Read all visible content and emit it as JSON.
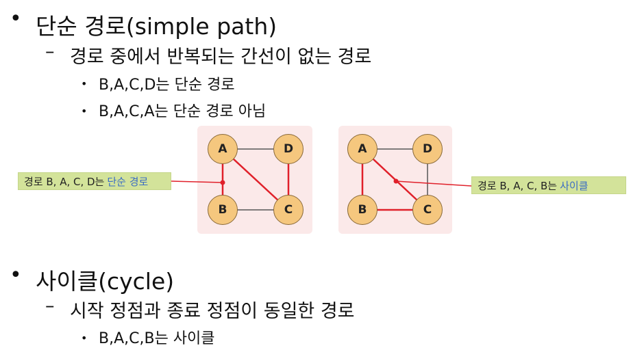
{
  "sections": {
    "simple_path": {
      "bullet": "•",
      "title": "단순 경로(simple path)",
      "dash": "–",
      "definition": "경로 중에서 반복되는 간선이 없는 경로",
      "sub_bullet": "•",
      "example1": "B,A,C,D는 단순 경로",
      "example2": "B,A,C,A는 단순 경로 아님"
    },
    "cycle": {
      "bullet": "•",
      "title": "사이클(cycle)",
      "dash": "–",
      "definition": "시작 정점과 종료 정점이 동일한 경로",
      "sub_bullet": "•",
      "example1": "B,A,C,B는 사이클"
    }
  },
  "diagram": {
    "node_labels": {
      "A": "A",
      "B": "B",
      "C": "C",
      "D": "D"
    },
    "colors": {
      "panel": "#fbe9e9",
      "node_fill": "#f5c77e",
      "node_stroke": "#8a6a3a",
      "edge_normal": "#555555",
      "edge_highlight": "#e0202a",
      "callout_bg": "#d3e39a",
      "callout_highlight_text": "#3a6cc4"
    },
    "graph1": {
      "edges": [
        "A-D",
        "A-B",
        "A-C",
        "B-C",
        "C-D"
      ],
      "highlighted_edges": [
        "A-B",
        "A-C",
        "C-D"
      ],
      "callout_prefix": "경로 B, A, C, D는",
      "callout_highlight": "단순 경로"
    },
    "graph2": {
      "edges": [
        "A-D",
        "A-B",
        "A-C",
        "B-C",
        "C-D"
      ],
      "highlighted_edges": [
        "A-B",
        "A-C",
        "B-C"
      ],
      "callout_prefix": "경로 B, A, C, B는",
      "callout_highlight": "사이클"
    }
  }
}
